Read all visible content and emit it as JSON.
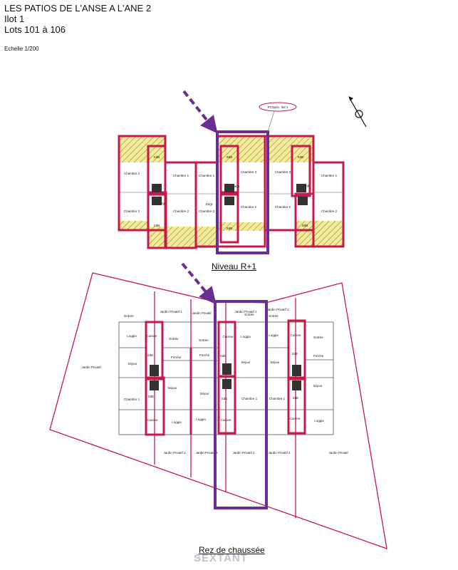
{
  "header": {
    "title": "LES PATIOS DE L'ANSE A L'ANE  2",
    "ilot": "Ilot 1",
    "lots": "Lots 101 à 106",
    "scale": "Echelle 1/200"
  },
  "upper_plan": {
    "caption": "Niveau R+1",
    "callout": "PCSpéc. Ilot 1",
    "rooms": [
      "Chambre 2",
      "Chambre 2",
      "Chambre 1",
      "Chambre 2",
      "Chambre 1",
      "Chambre 2",
      "Chambre 3",
      "Chambre 2",
      "Chambre 3",
      "Chambre 2",
      "Chambre 1",
      "Chambre 2",
      "SdB",
      "SdB",
      "SdB",
      "SdB",
      "SdB",
      "SdB",
      "Dégt.",
      "Dégt.",
      "Dégt.",
      "Dégt.",
      "Dégt."
    ]
  },
  "lower_plan": {
    "caption": "Rez de chaussée",
    "labels": [
      "Jardin Privatif",
      "Jardin Privatif 1",
      "Jardin Privatif",
      "Jardin Privatif 1",
      "Jardin Privatif 1",
      "Jardin Privatif 2",
      "Jardin Privatif 2",
      "Jardin Privatif 2",
      "Jardin Privatif 2",
      "Jardin Privatif",
      "Loggia",
      "Cuisine",
      "Porche",
      "Porche",
      "Cuisine",
      "Loggia",
      "Loggia",
      "Cuisine",
      "Porche",
      "Séjour",
      "Séjour",
      "Séjour",
      "Séjour",
      "Séjour",
      "Séjour",
      "Chambre 1",
      "Chambre 1",
      "Chambre 1",
      "Cuisine",
      "Loggia",
      "Loggia",
      "Cuisine",
      "Cuisine",
      "Loggia",
      "SdE",
      "SdE",
      "SdE",
      "SdE",
      "SdE",
      "SdE",
      "Entrée",
      "Entrée",
      "Entrée",
      "Entrée",
      "Entrée",
      "Entrée"
    ]
  },
  "logo": "SEXTANT",
  "colors": {
    "outline": "#c8174a",
    "highlight": "#6a2d91",
    "hatch": "#f2ec9a",
    "walls": "#555555"
  }
}
